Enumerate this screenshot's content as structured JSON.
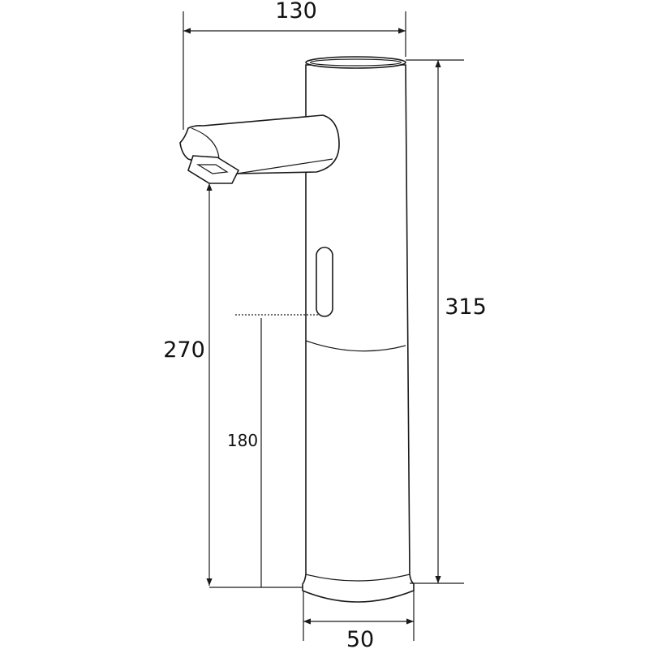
{
  "dimensions": {
    "width_total": "130",
    "height_total": "315",
    "spout_height": "270",
    "sensor_height": "180",
    "base_width": "50"
  },
  "colors": {
    "line": "#1a1a1a",
    "background": "#ffffff"
  }
}
